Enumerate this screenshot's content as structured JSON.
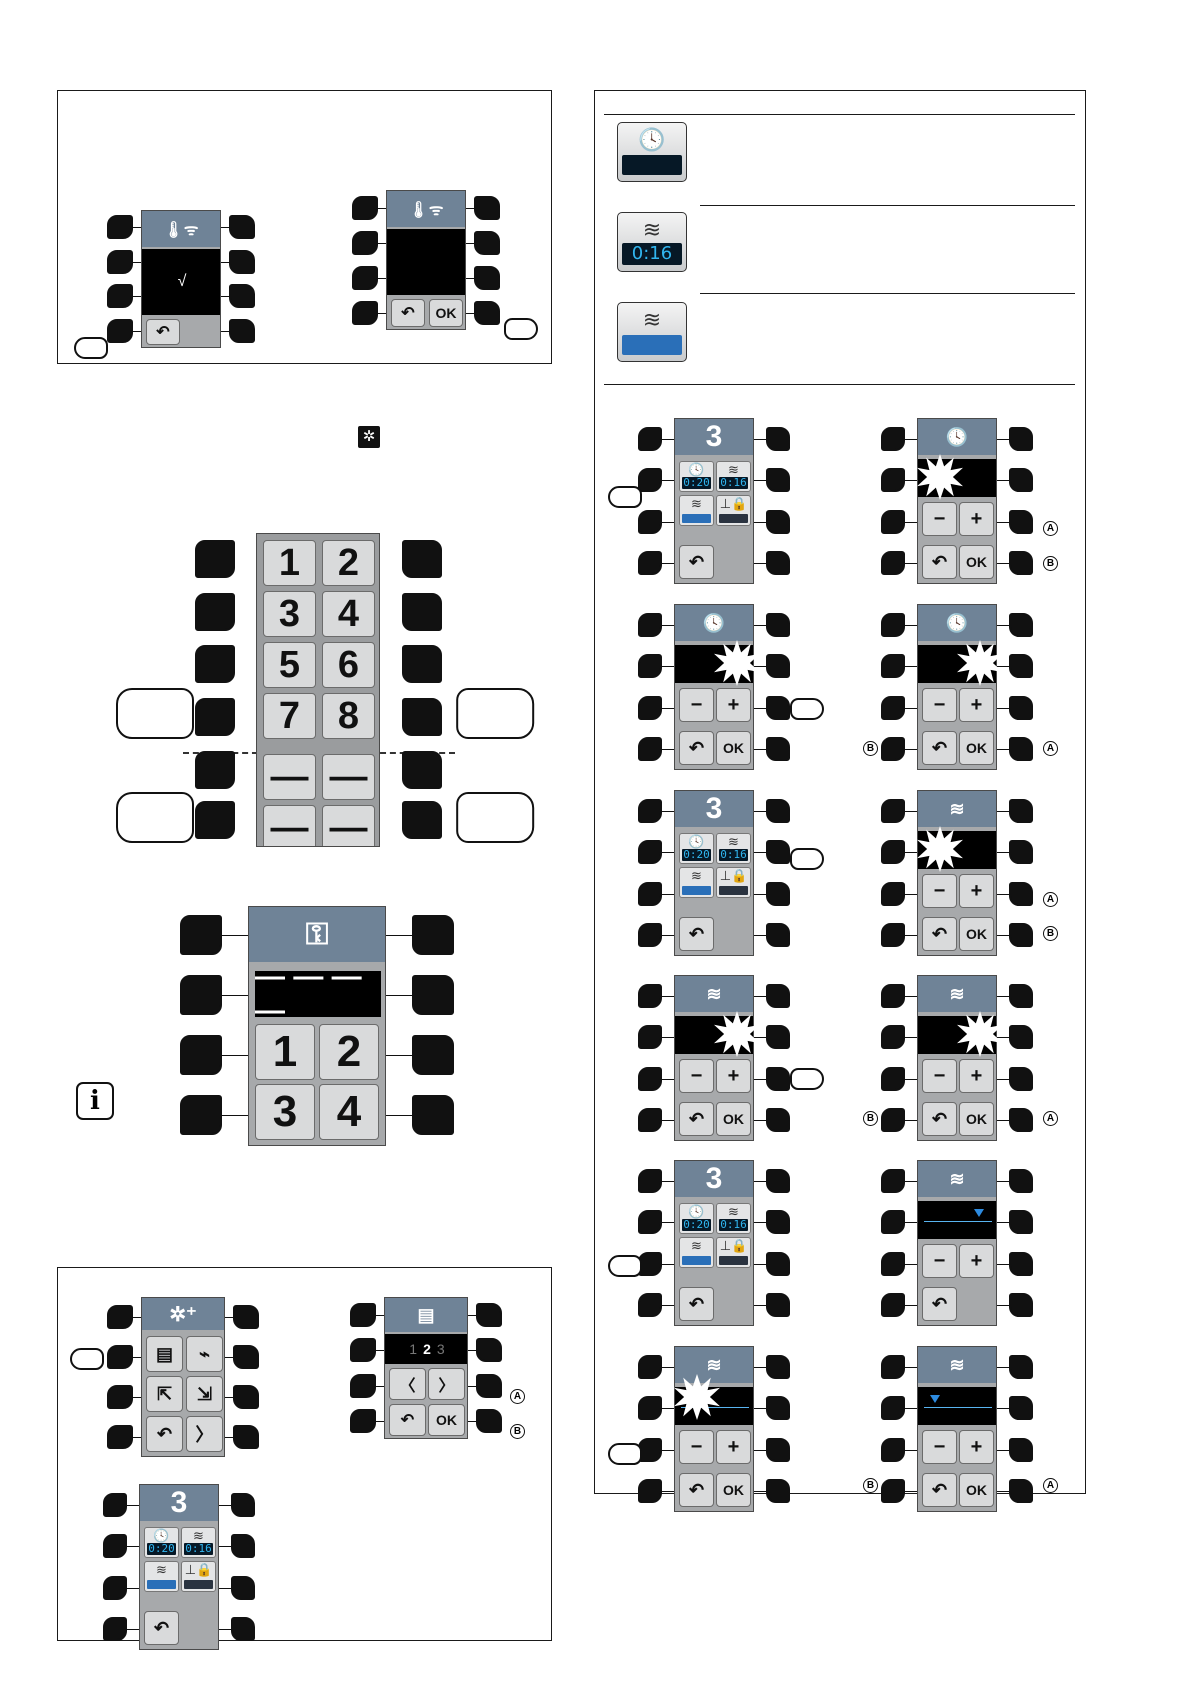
{
  "screens": {
    "wifi_confirm": {
      "icon": "thermometer-wifi-icon",
      "value": "√"
    },
    "wifi_ok": {
      "icon": "thermometer-wifi-icon",
      "ok_label": "OK"
    },
    "keypad": {
      "keys": [
        "1",
        "2",
        "3",
        "4",
        "5",
        "6",
        "7",
        "8",
        "—",
        "—",
        "—",
        "—"
      ]
    },
    "pin_entry": {
      "icon": "key-icon",
      "pin_mask": "— — — —",
      "keys": [
        "1",
        "2",
        "3",
        "4"
      ]
    },
    "settings_menu": {
      "icon": "gear-plus-icon"
    },
    "selector": {
      "icon": "document-icon",
      "values": [
        "1",
        "2",
        "3"
      ],
      "prev": "〈",
      "next": "〉",
      "ok_label": "OK"
    },
    "main": {
      "day_number": "3",
      "timer_value": "0:20",
      "duration_value": "0:16"
    }
  },
  "legend": [
    {
      "icon": "clock-icon",
      "value": ""
    },
    {
      "icon": "waves-icon",
      "value": "0:16"
    },
    {
      "icon": "waves-icon",
      "value": ""
    }
  ],
  "step_labels": {
    "minus": "−",
    "plus": "+",
    "ok": "OK",
    "a": "A",
    "b": "B"
  },
  "colors": {
    "screen_header": "#6f8397",
    "screen_body": "#a7a9ab",
    "value_text": "#31b6f0",
    "marker": "#2d8be0"
  }
}
